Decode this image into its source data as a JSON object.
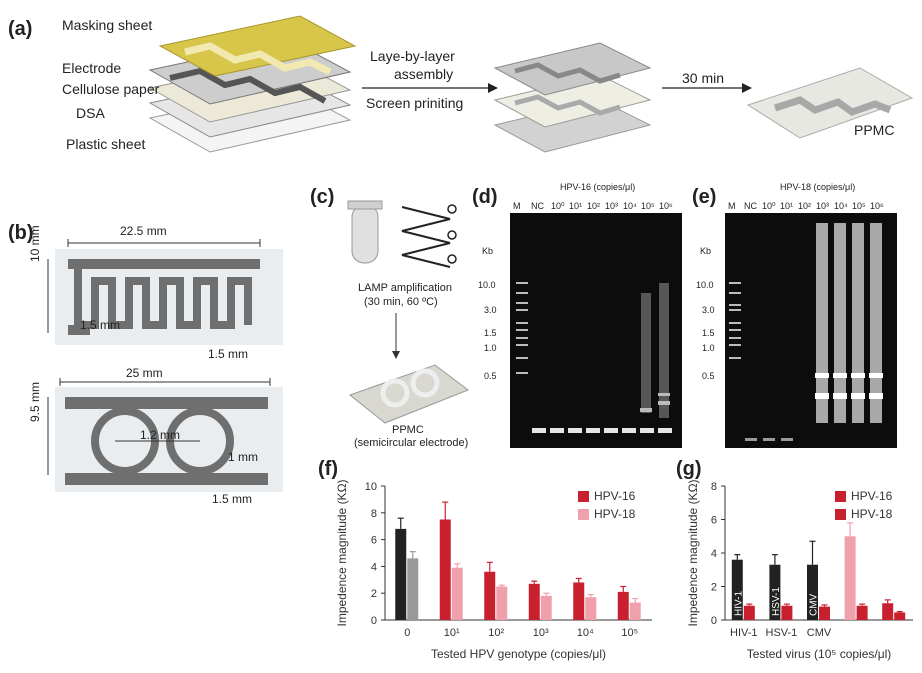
{
  "panel_a": {
    "label": "(a)",
    "layers": [
      "Masking sheet",
      "Electrode",
      "Cellulose paper",
      "DSA",
      "Plastic sheet"
    ],
    "step1_top": "Laye-by-layer",
    "step1_mid": "assembly",
    "step1_bottom": "Screen priniting",
    "step2": "30 min",
    "product": "PPMC"
  },
  "panel_b": {
    "label": "(b)",
    "top": {
      "width": "22.5 mm",
      "height": "10 mm",
      "inner": "1.5 mm",
      "gap": "1.5 mm"
    },
    "bottom": {
      "width": "25 mm",
      "height": "9.5 mm",
      "inner": "1.2 mm",
      "gap": "1 mm",
      "edge": "1.5 mm"
    }
  },
  "panel_c": {
    "label": "(c)",
    "step": "LAMP amplification",
    "cond": "(30 min, 60 ºC)",
    "product": "PPMC",
    "product_sub": "(semicircular electrode)"
  },
  "panel_d": {
    "label": "(d)",
    "title": "HPV-16 (copies/μl)",
    "lanes": [
      "M",
      "NC",
      "10⁰",
      "10¹",
      "10²",
      "10³",
      "10⁴",
      "10⁵",
      "10⁶"
    ],
    "kb": "Kb",
    "markers": [
      "10.0",
      "3.0",
      "1.5",
      "1.0",
      "0.5"
    ]
  },
  "panel_e": {
    "label": "(e)",
    "title": "HPV-18 (copies/μl)",
    "lanes": [
      "M",
      "NC",
      "10⁰",
      "10¹",
      "10²",
      "10³",
      "10⁴",
      "10⁵",
      "10⁶"
    ],
    "kb": "Kb",
    "markers": [
      "10.0",
      "3.0",
      "1.5",
      "1.0",
      "0.5"
    ]
  },
  "chart_data": [
    {
      "panel": "(f)",
      "type": "bar",
      "categories": [
        "0",
        "10¹",
        "10²",
        "10³",
        "10⁴",
        "10⁵"
      ],
      "series": [
        {
          "name": "HPV-16",
          "values": [
            6.8,
            7.5,
            3.6,
            2.7,
            2.8,
            2.1
          ],
          "errors": [
            0.8,
            1.3,
            0.7,
            0.2,
            0.3,
            0.4
          ],
          "colors": [
            "#222222",
            "#c8202e",
            "#c8202e",
            "#c8202e",
            "#c8202e",
            "#c8202e"
          ]
        },
        {
          "name": "HPV-18",
          "values": [
            4.6,
            3.9,
            2.5,
            1.8,
            1.7,
            1.3
          ],
          "errors": [
            0.5,
            0.3,
            0.1,
            0.2,
            0.2,
            0.3
          ],
          "colors": [
            "#9a9a9a",
            "#f0a0aa",
            "#f0a0aa",
            "#f0a0aa",
            "#f0a0aa",
            "#f0a0aa"
          ]
        }
      ],
      "xlabel": "Tested HPV genotype (copies/μl)",
      "ylabel": "Impedence magnitude (KΩ)",
      "ylim": [
        0,
        10
      ],
      "yticks": [
        0,
        2,
        4,
        6,
        8,
        10
      ],
      "legend": "top-right"
    },
    {
      "panel": "(g)",
      "type": "bar",
      "categories": [
        "HIV-1",
        "HSV-1",
        "CMV",
        "",
        ""
      ],
      "bar_labels": [
        "HIV-1",
        "HSV-1",
        "CMV"
      ],
      "series": [
        {
          "name": "HPV-16",
          "values": [
            3.6,
            3.3,
            3.3,
            5.0,
            1.0
          ],
          "errors": [
            0.3,
            0.6,
            1.4,
            0.8,
            0.2
          ],
          "colors": [
            "#222222",
            "#222222",
            "#222222",
            "#f0a0aa",
            "#c8202e"
          ]
        },
        {
          "name": "HPV-18",
          "values": [
            0.85,
            0.85,
            0.8,
            0.85,
            0.45
          ],
          "errors": [
            0.1,
            0.1,
            0.1,
            0.1,
            0.05
          ],
          "colors": [
            "#c8202e",
            "#c8202e",
            "#c8202e",
            "#c8202e",
            "#c8202e"
          ]
        }
      ],
      "xlabel": "Tested virus (10⁵ copies/μl)",
      "ylabel": "Impedence magnitude (KΩ)",
      "ylim": [
        0,
        8
      ],
      "yticks": [
        0,
        2,
        4,
        6,
        8
      ],
      "legend": "top-right"
    }
  ],
  "legend_colors": {
    "hpv16": "#c8202e",
    "hpv18": "#f0a0aa"
  }
}
